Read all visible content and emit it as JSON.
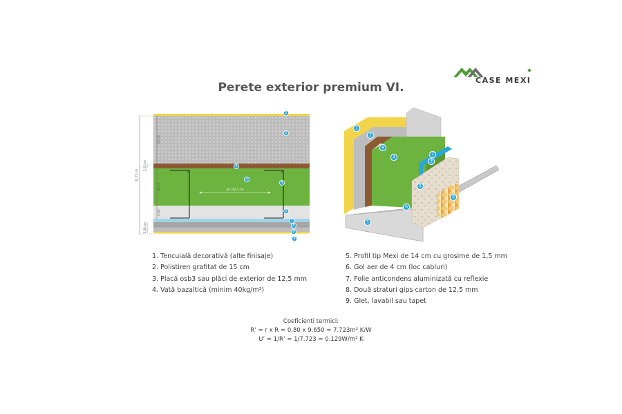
{
  "brand": {
    "name": "CASE MEXI"
  },
  "title": "Perete exterior premium VI.",
  "colors": {
    "accent": "#2aa6d8",
    "insulation_green": "#6db33f",
    "osb_brown": "#8c5a32",
    "render_yellow": "#f2d44a",
    "polystyrene_grey": "#b9b9b9"
  },
  "section_drawing": {
    "dimensions": [
      "32,75 cm",
      "15 cm",
      "1,25 cm",
      "14 cm",
      "4 cm",
      "2,50 cm"
    ],
    "spacing_label": "40 / 62,5 cm",
    "badges": [
      "1",
      "2",
      "3",
      "4",
      "5",
      "6",
      "7",
      "8",
      "8",
      "9"
    ]
  },
  "iso_drawing": {
    "badges": [
      "1",
      "2",
      "3",
      "4",
      "5",
      "6",
      "7",
      "8",
      "8",
      "9"
    ]
  },
  "legend_left": [
    "1. Tencuială decorativă (alte finisaje)",
    "2. Polistiren grafitat de 15 cm",
    "3. Placă osb3 sau plăci de exterior de 12,5 mm",
    "4. Vată bazaltică (minim 40kg/m³)"
  ],
  "legend_right": [
    "5. Profil tip Mexi de 14 cm cu grosime de 1,5 mm",
    "6. Gol aer de 4 cm (loc cabluri)",
    "7. Folie anticondens aluminizată cu reflexie",
    "8. Două straturi gips carton de 12,5 mm",
    "9. Glet, lavabil sau tapet"
  ],
  "coefficients": {
    "heading": "Coeficienți termici:",
    "line1": "R’ = r x R = 0,80 x 9.650 = 7.723m² K/W",
    "line2": "U’ = 1/R’ = 1/7.723 = 0.129W/m² K"
  }
}
